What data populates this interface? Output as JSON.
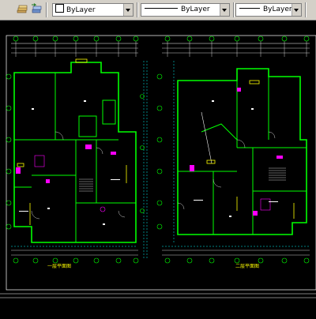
{
  "toolbar": {
    "color_combo": {
      "value": "ByLayer"
    },
    "linetype_combo": {
      "value": "ByLayer"
    },
    "lineweight_combo": {
      "value": "ByLayer"
    }
  },
  "icons": [
    "layer-state-icon",
    "layer-previous-icon",
    "color-swatch-icon"
  ],
  "colors": {
    "background": "#000000",
    "wall": "#00ff00",
    "dim": "#ffffff",
    "accent": "#ff00ff",
    "highlight": "#ffff00",
    "grid": "#00ffff"
  },
  "drawing": {
    "left_plan_title": "一层平面图",
    "right_plan_title": "二层平面图"
  }
}
